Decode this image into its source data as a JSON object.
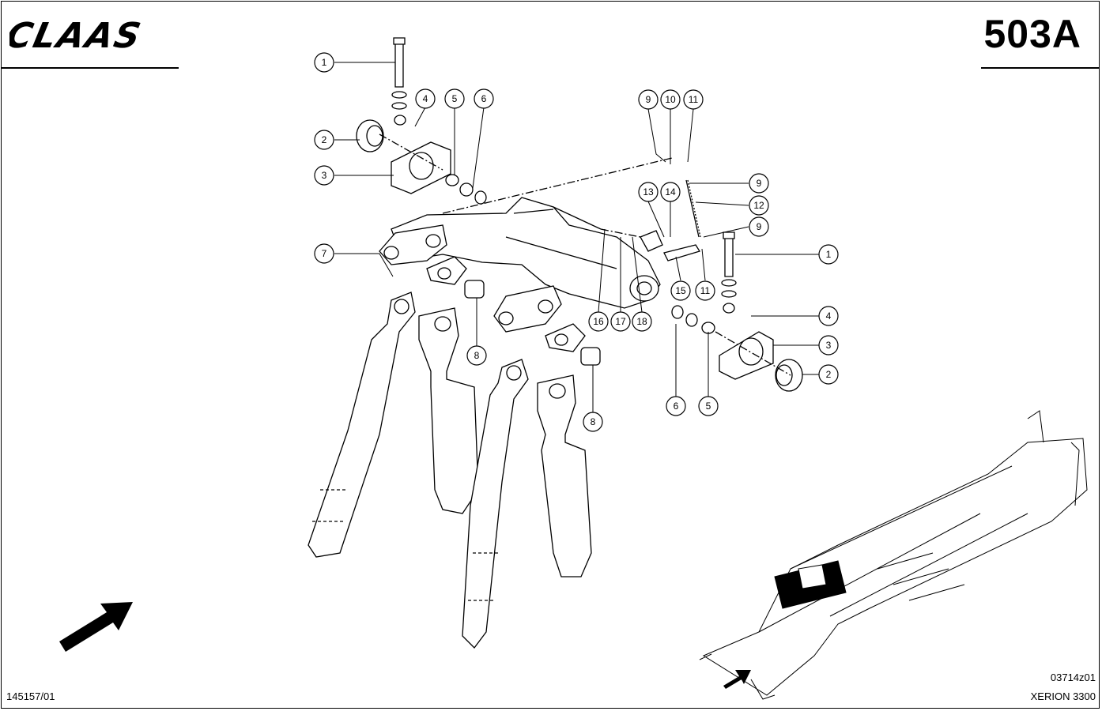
{
  "header": {
    "brand": "CLAAS",
    "page_number": "503A"
  },
  "footer": {
    "reference": "145157/01",
    "drawing_code": "03714z01",
    "model": "XERION 3300"
  },
  "callouts": [
    {
      "num": "1"
    },
    {
      "num": "2"
    },
    {
      "num": "3"
    },
    {
      "num": "4"
    },
    {
      "num": "5"
    },
    {
      "num": "6"
    },
    {
      "num": "7"
    },
    {
      "num": "8"
    },
    {
      "num": "8"
    },
    {
      "num": "9"
    },
    {
      "num": "10"
    },
    {
      "num": "11"
    },
    {
      "num": "9"
    },
    {
      "num": "12"
    },
    {
      "num": "13"
    },
    {
      "num": "14"
    },
    {
      "num": "9"
    },
    {
      "num": "1"
    },
    {
      "num": "15"
    },
    {
      "num": "11"
    },
    {
      "num": "16"
    },
    {
      "num": "17"
    },
    {
      "num": "18"
    },
    {
      "num": "4"
    },
    {
      "num": "3"
    },
    {
      "num": "2"
    },
    {
      "num": "6"
    },
    {
      "num": "5"
    }
  ]
}
